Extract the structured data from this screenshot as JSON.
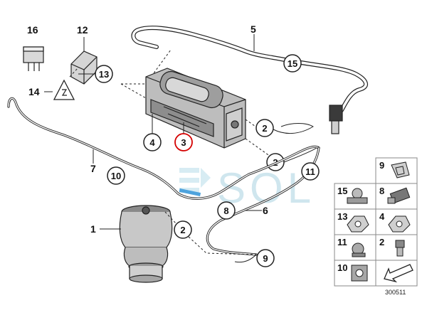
{
  "callouts": {
    "c1": "1",
    "c2a": "2",
    "c2b": "2",
    "c2c": "2",
    "c3": "3",
    "c4": "4",
    "c5": "5",
    "c6": "6",
    "c7": "7",
    "c8": "8",
    "c9": "9",
    "c10": "10",
    "c11": "11",
    "c12": "12",
    "c13": "13",
    "c14": "14",
    "c15": "15",
    "c16": "16"
  },
  "highlight_color": "#d40000",
  "watermark": "SOL",
  "parts_grid": {
    "cells": [
      "9",
      "15",
      "8",
      "13",
      "4",
      "11",
      "2",
      "10"
    ]
  },
  "diagram_number": "300511"
}
